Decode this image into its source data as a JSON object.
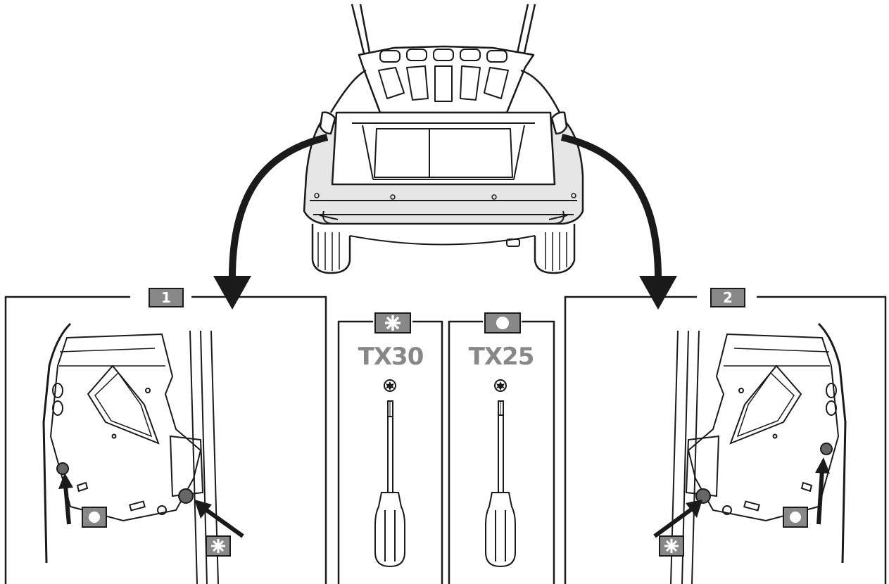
{
  "panel_labels": {
    "left": "1",
    "right": "2"
  },
  "tools": [
    {
      "symbol": "asterisk",
      "label": "TX30"
    },
    {
      "symbol": "circle",
      "label": "TX25"
    }
  ],
  "colors": {
    "line": "#1a1a1a",
    "label_fill": "#888888",
    "car_body": "#e6e6e6",
    "arrow": "#1a1a1a"
  },
  "icons": {
    "asterisk_marker": "asterisk-icon",
    "circle_marker": "circle-icon",
    "torx_tip": "torx-icon",
    "screwdriver": "screwdriver-icon"
  }
}
